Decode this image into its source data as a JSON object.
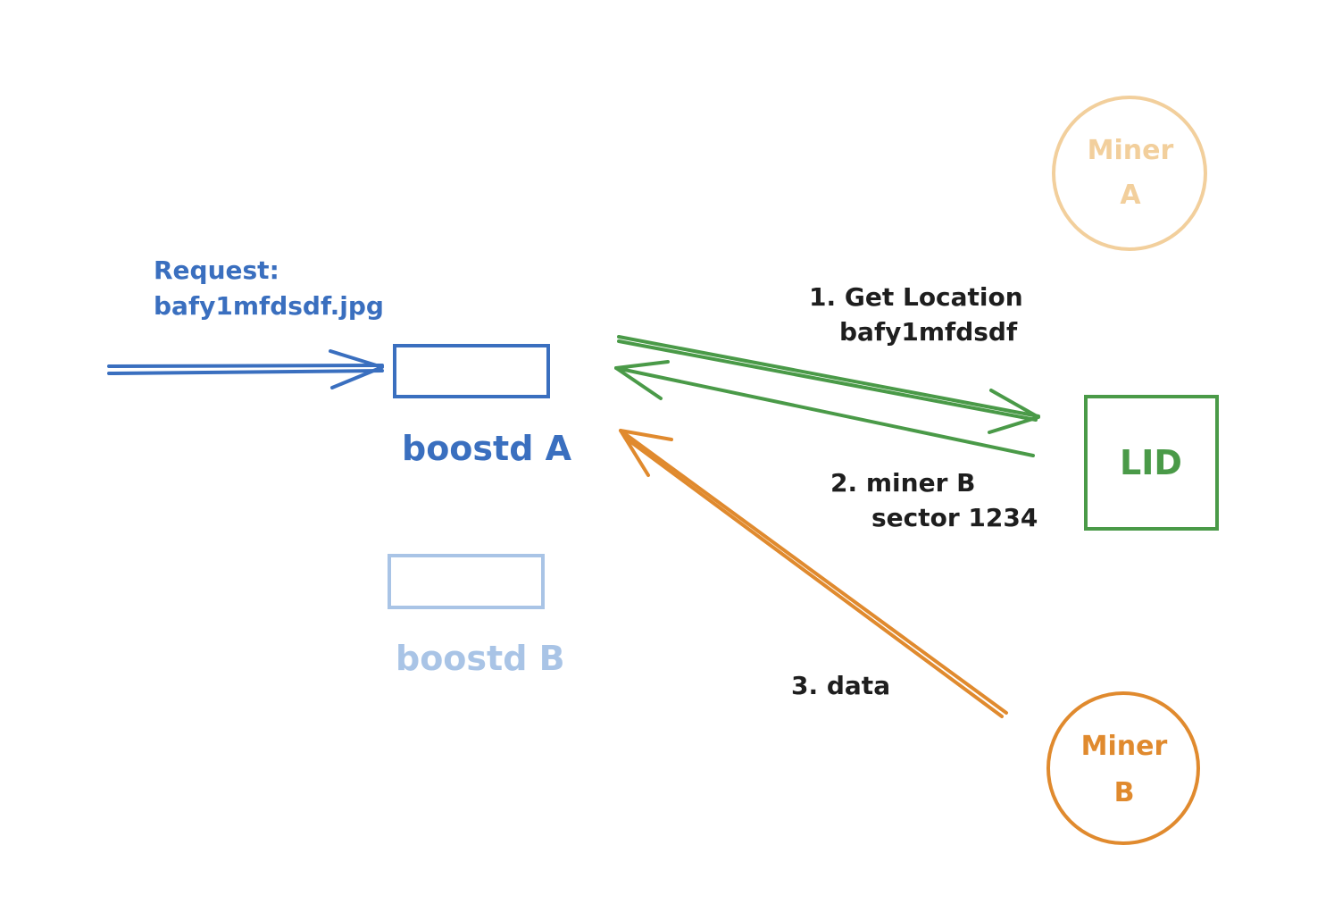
{
  "colors": {
    "blue": "#3a6fbf",
    "blue_light": "#a9c4e6",
    "green": "#4a9a48",
    "orange": "#e08a2e",
    "orange_light": "#f2cf9c",
    "text_dark": "#1e1e1e",
    "background": "#ffffff"
  },
  "request": {
    "line1": "Request:",
    "line2": "bafy1mfdsdf.jpg"
  },
  "nodes": {
    "boostd_a": "boostd A",
    "boostd_b": "boostd B",
    "lid": "LID",
    "miner_a": {
      "line1": "Miner",
      "line2": "A"
    },
    "miner_b": {
      "line1": "Miner",
      "line2": "B"
    }
  },
  "steps": {
    "get_location": {
      "line1": "1. Get Location",
      "line2": "bafy1mfdsdf"
    },
    "miner_sector": {
      "line1": "2. miner B",
      "line2": "sector 1234"
    },
    "data": "3. data"
  }
}
